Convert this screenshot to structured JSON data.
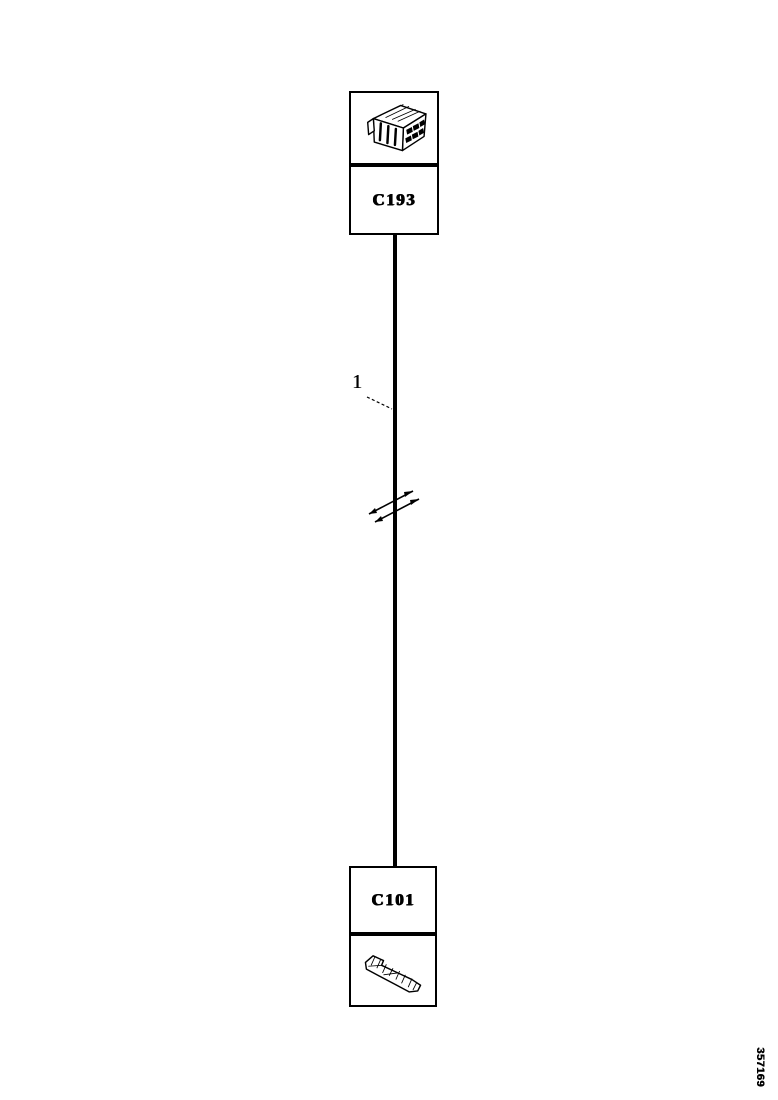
{
  "diagram": {
    "top_connector": {
      "label": "C193",
      "illustration": "multi-pin-connector-icon"
    },
    "bottom_connector": {
      "label": "C101",
      "illustration": "wire-terminal-icon"
    },
    "wire": {
      "callout_label": "1",
      "break_symbol": "wire-break-continuation-arrows"
    },
    "figure_number": "357169",
    "colors": {
      "line": "#000000",
      "background": "#ffffff"
    }
  }
}
